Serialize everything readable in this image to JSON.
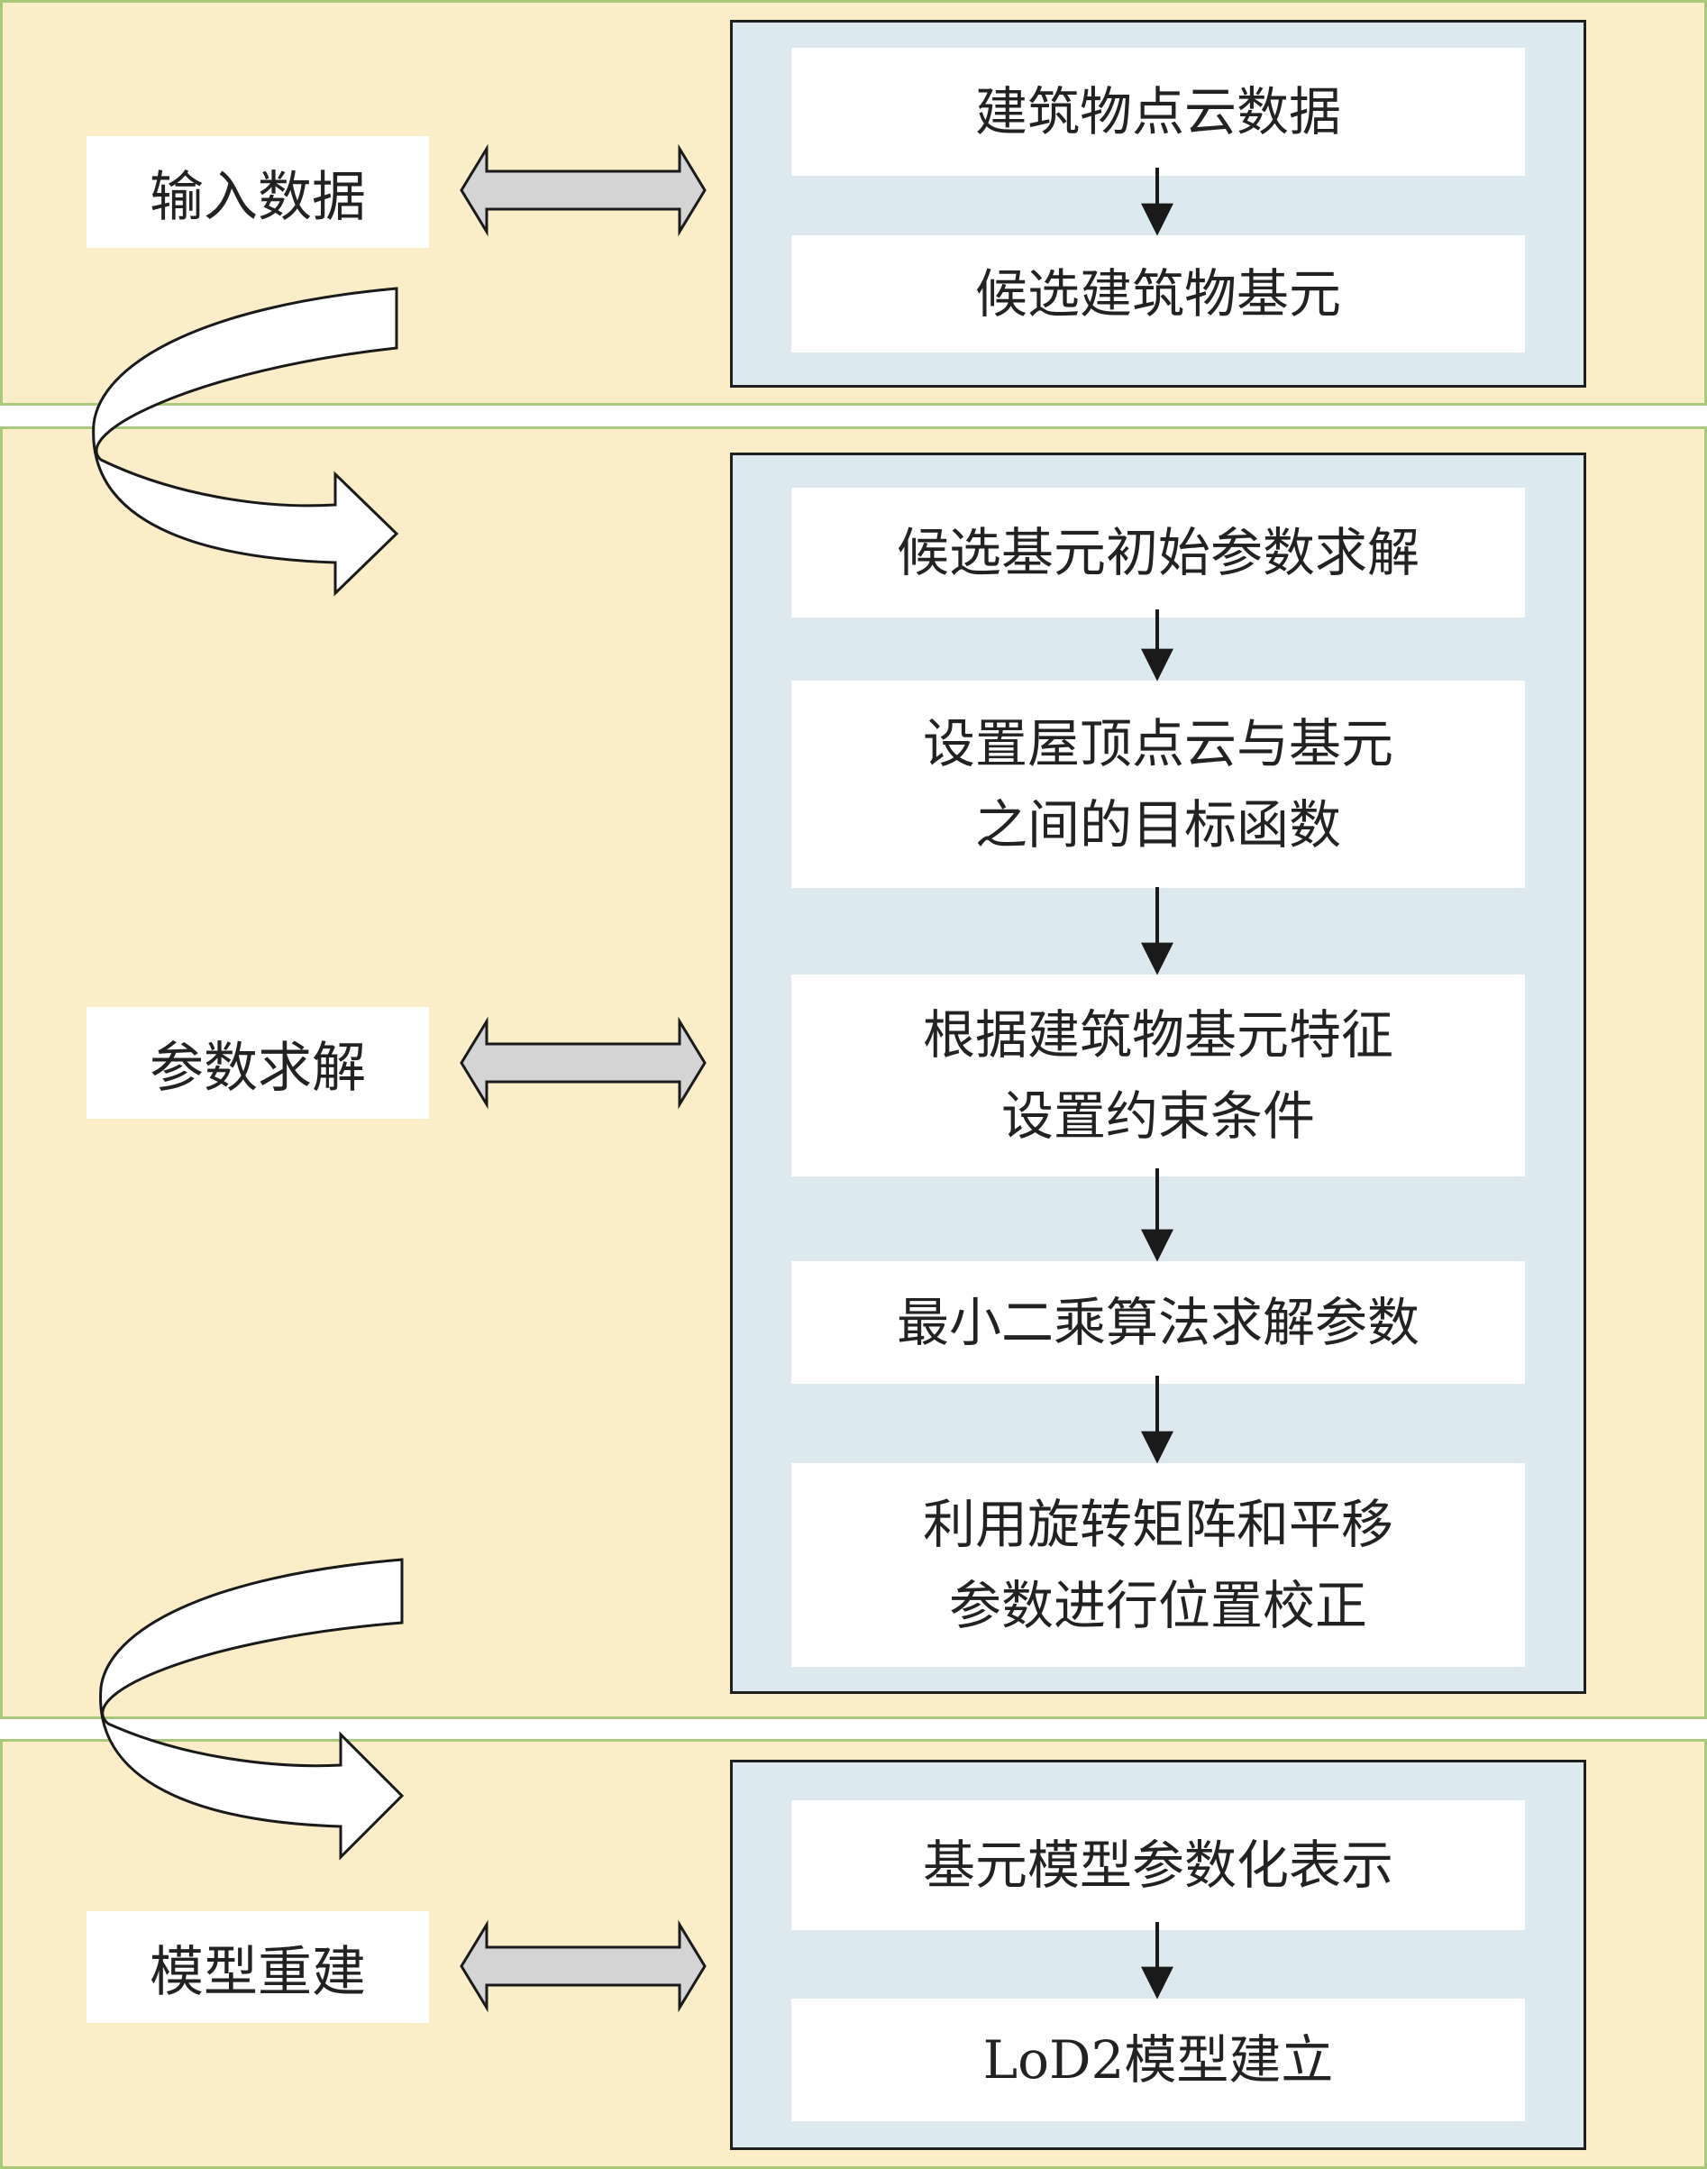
{
  "stages": [
    {
      "label": "输入数据",
      "steps": [
        {
          "lines": [
            "建筑物点云数据"
          ]
        },
        {
          "lines": [
            "候选建筑物基元"
          ]
        }
      ]
    },
    {
      "label": "参数求解",
      "steps": [
        {
          "lines": [
            "候选基元初始参数求解"
          ]
        },
        {
          "lines": [
            "设置屋顶点云与基元",
            "之间的目标函数"
          ]
        },
        {
          "lines": [
            "根据建筑物基元特征",
            "设置约束条件"
          ]
        },
        {
          "lines": [
            "最小二乘算法求解参数"
          ]
        },
        {
          "lines": [
            "利用旋转矩阵和平移",
            "参数进行位置校正"
          ]
        }
      ]
    },
    {
      "label": "模型重建",
      "steps": [
        {
          "lines": [
            "基元模型参数化表示"
          ]
        },
        {
          "lines": [
            "LoD2模型建立"
          ]
        }
      ]
    }
  ],
  "colors": {
    "band_fill": "#fcedc9",
    "band_border": "#a8c97a",
    "panel_fill": "#dceaf0",
    "double_arrow_fill": "#d4d4d4"
  }
}
